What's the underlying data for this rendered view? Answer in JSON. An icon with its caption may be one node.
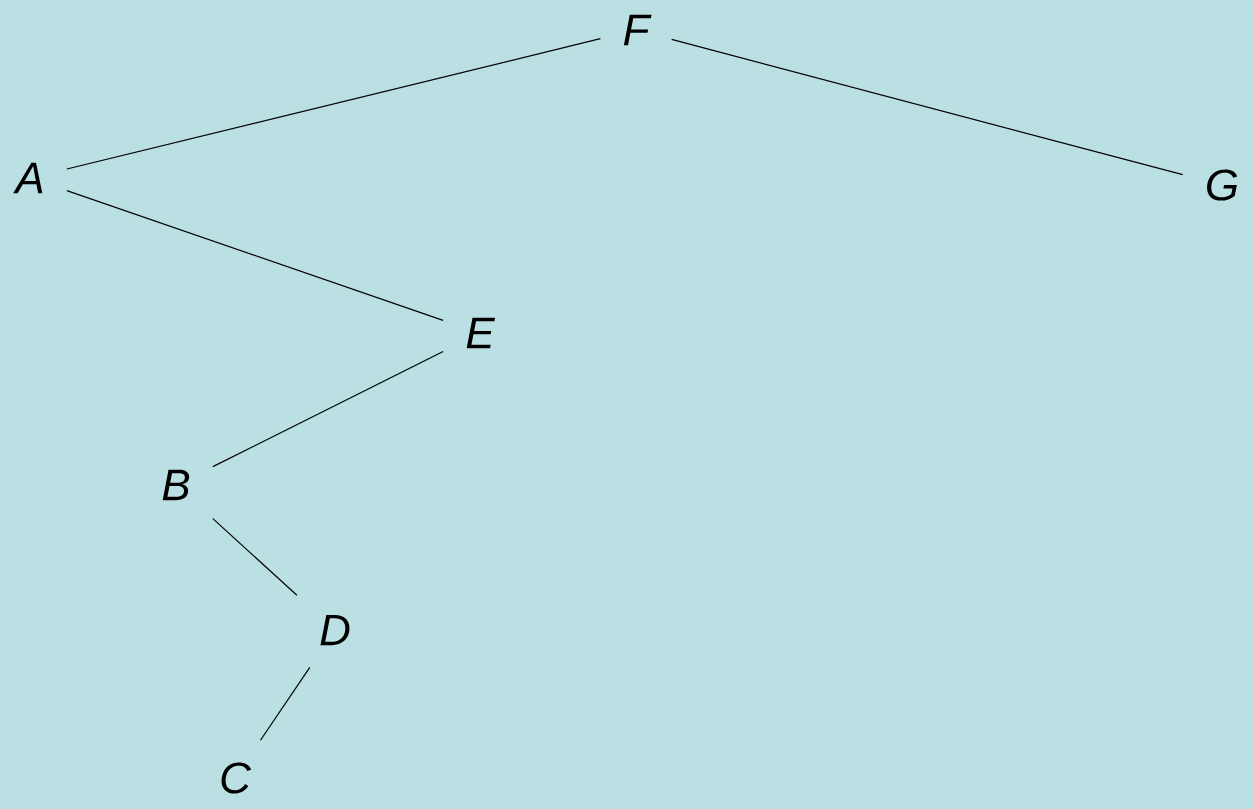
{
  "diagram": {
    "nodes": [
      {
        "text": [
          "F"
        ]
      },
      {
        "text": [
          "A"
        ]
      },
      {
        "text": [
          "G"
        ]
      },
      {
        "text": [
          "E"
        ]
      },
      {
        "text": [
          "B"
        ]
      },
      {
        "text": [
          "D"
        ]
      },
      {
        "text": [
          "C"
        ]
      }
    ],
    "edges": [
      {
        "from": 0,
        "to": 1,
        "arrow": "none"
      },
      {
        "from": 0,
        "to": 2,
        "arrow": "none"
      },
      {
        "from": 1,
        "to": 3,
        "arrow": "none"
      },
      {
        "from": 3,
        "to": 4,
        "arrow": "none"
      },
      {
        "from": 4,
        "to": 5,
        "arrow": "none"
      },
      {
        "from": 5,
        "to": 6,
        "arrow": "none"
      }
    ]
  }
}
